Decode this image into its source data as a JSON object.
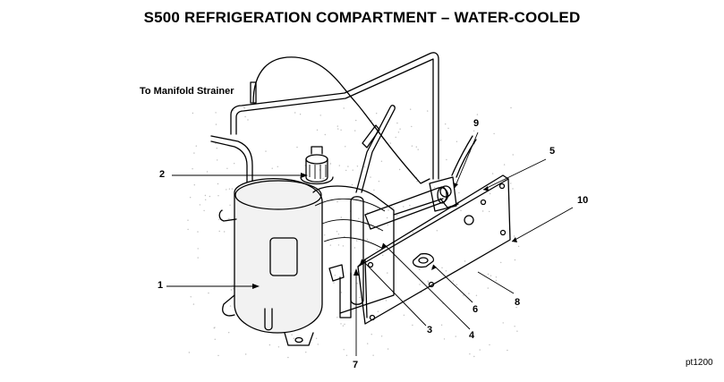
{
  "title": "S500 REFRIGERATION COMPARTMENT – WATER-COOLED",
  "note": "To Manifold Strainer",
  "figure_id": "pt1200",
  "callouts": {
    "c1": "1",
    "c2": "2",
    "c3": "3",
    "c4": "4",
    "c5": "5",
    "c6": "6",
    "c7": "7",
    "c8": "8",
    "c9": "9",
    "c10": "10"
  },
  "colors": {
    "line": "#000000",
    "background": "#ffffff",
    "shading": "#bdbdbd"
  }
}
